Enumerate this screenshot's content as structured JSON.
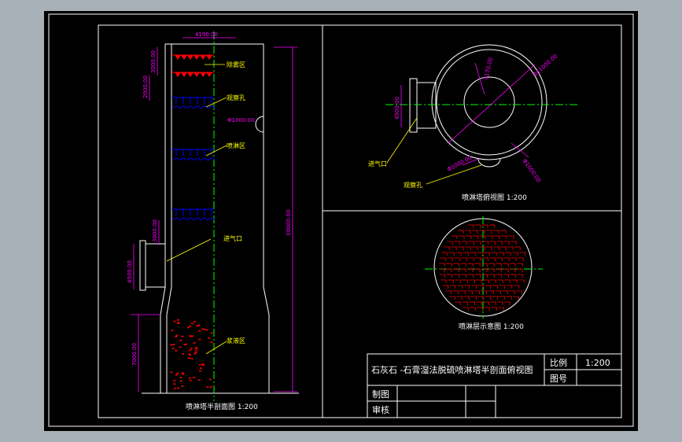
{
  "views": {
    "section": {
      "caption": "喷淋塔半剖面图  1:200",
      "dim_top": "4190.00",
      "dim_demister": "3000.00",
      "dim_spray1": "2000.00",
      "dim_inlet_h": "3000.00",
      "dim_inlet_w": "4500.00",
      "dim_total": "30000.00",
      "dim_slurry": "7000.00",
      "dim_window": "Φ1000.00",
      "label_demister": "除雾区",
      "label_observe": "观察孔",
      "label_spray": "喷淋区",
      "label_inlet": "进气口",
      "label_slurry": "浆液区"
    },
    "top": {
      "caption": "喷淋塔俯视图  1:200",
      "dim_radius": "Φ11000.00",
      "dim_inner": "4170.00",
      "dim_inlet": "4500.00",
      "dim_window": "Φ1000.00",
      "dim_small": "Φ1000.00",
      "label_inlet": "进气口",
      "label_observe": "观察孔"
    },
    "spray_layer": {
      "caption": "喷淋层示意图  1:200"
    }
  },
  "title_block": {
    "title": "石灰石 -石膏湿法脱硫喷淋塔半剖面俯视图",
    "scale_label": "比例",
    "scale_value": "1:200",
    "drawing_no_label": "图号",
    "drawing_no_value": "",
    "drawn_label": "制图",
    "checked_label": "审核"
  },
  "colors": {
    "background": "#000000",
    "frame": "#ffffff",
    "dimension": "#ff00ff",
    "label": "#ffff00",
    "centerline": "#00ff00",
    "spray_red": "#ff0000",
    "spray_blue": "#0000ff"
  }
}
